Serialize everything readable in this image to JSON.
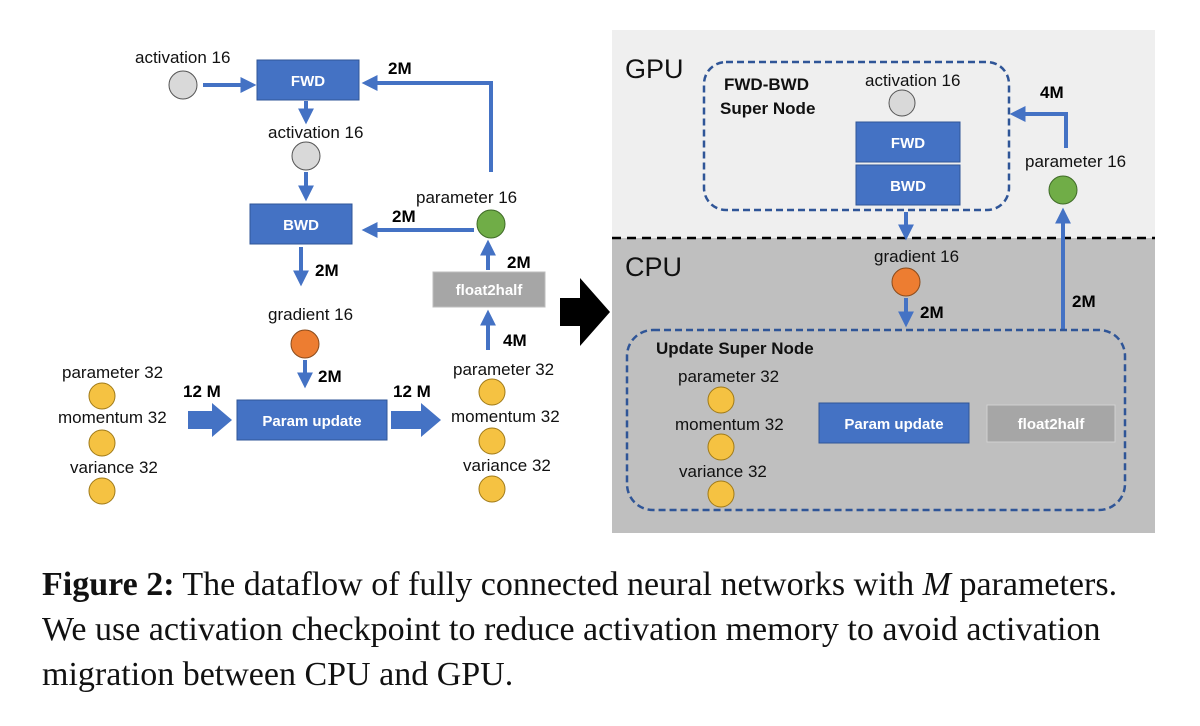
{
  "figure": {
    "left": {
      "activation_in": "activation 16",
      "fwd": "FWD",
      "activation_mid": "activation 16",
      "bwd": "BWD",
      "gradient": "gradient 16",
      "parameter16": "parameter 16",
      "float2half": "float2half",
      "param_update": "Param update",
      "in_states": [
        "parameter 32",
        "momentum 32",
        "variance 32"
      ],
      "out_states": [
        "parameter 32",
        "momentum 32",
        "variance 32"
      ],
      "edge_param_to_fwd": "2M",
      "edge_param_to_bwd": "2M",
      "edge_bwd_to_grad": "2M",
      "edge_f2h_to_param": "2M",
      "edge_p32_to_f2h": "4M",
      "edge_grad_to_update": "2M",
      "edge_states_in": "12 M",
      "edge_states_out": "12 M"
    },
    "right": {
      "gpu_label": "GPU",
      "cpu_label": "CPU",
      "super_node_title_1": "FWD-BWD",
      "super_node_title_2": "Super Node",
      "activation": "activation 16",
      "fwd": "FWD",
      "bwd": "BWD",
      "parameter16": "parameter 16",
      "edge_param_to_super": "4M",
      "gradient": "gradient 16",
      "edge_grad_to_update": "2M",
      "edge_update_to_param": "2M",
      "update_node_title": "Update Super Node",
      "states": [
        "parameter 32",
        "momentum 32",
        "variance 32"
      ],
      "param_update": "Param update",
      "float2half": "float2half"
    },
    "colors": {
      "blue_box": "#4472c4",
      "arrow": "#4472c4",
      "gray_box": "#a6a6a6",
      "activation_node": "#d9d9d9",
      "parameter16_node": "#70ad47",
      "gradient_node": "#ed7d31",
      "state_node": "#f5c242",
      "gpu_background": "#efefef",
      "cpu_background": "#bfbfbf",
      "super_node_border": "#2f5597"
    }
  },
  "caption": {
    "label": "Figure 2:",
    "text_1": " The dataflow of fully connected neural networks with ",
    "m": "M",
    "text_2": " parameters. We use activation checkpoint to reduce activation memory to avoid activation migration between CPU and GPU."
  }
}
